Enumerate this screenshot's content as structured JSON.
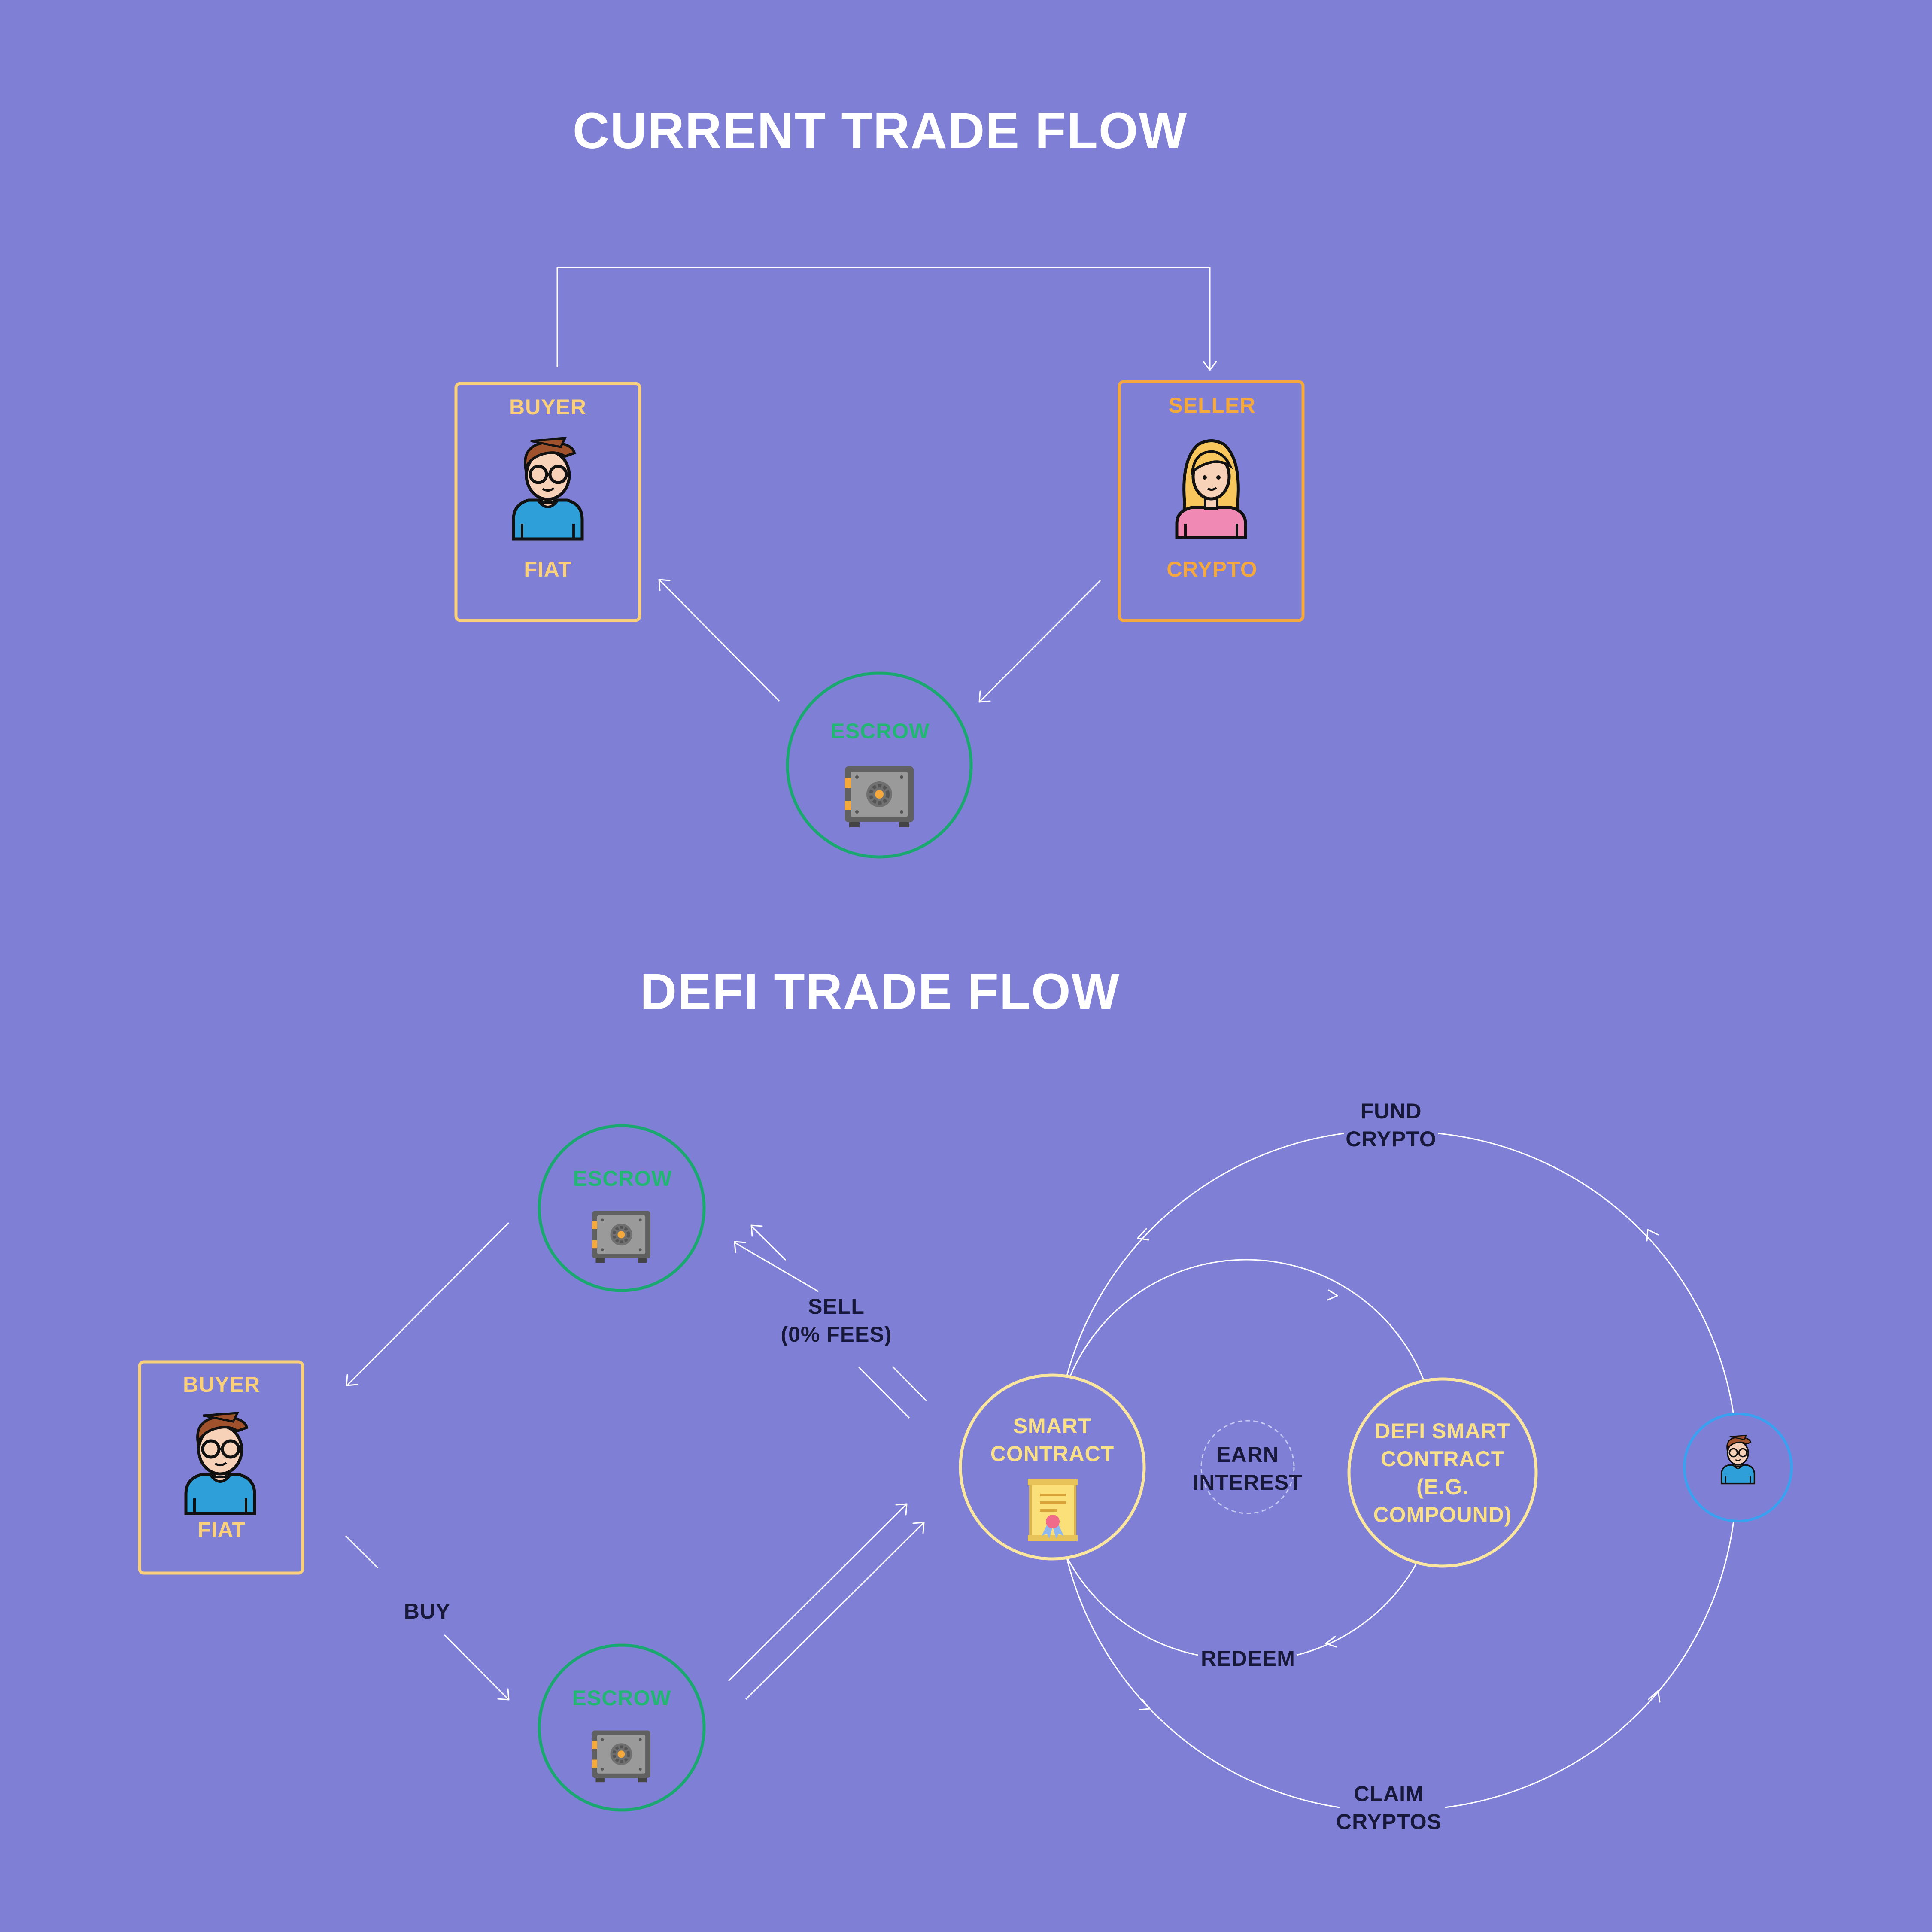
{
  "current_flow": {
    "title": "CURRENT TRADE FLOW",
    "buyer": {
      "role": "BUYER",
      "asset": "FIAT"
    },
    "seller": {
      "role": "SELLER",
      "asset": "CRYPTO"
    },
    "escrow": {
      "label": "ESCROW"
    }
  },
  "defi_flow": {
    "title": "DEFI TRADE FLOW",
    "buyer": {
      "role": "BUYER",
      "asset": "FIAT"
    },
    "escrow_top": {
      "label": "ESCROW"
    },
    "escrow_bottom": {
      "label": "ESCROW"
    },
    "smart_contract": {
      "line1": "SMART",
      "line2": "CONTRACT"
    },
    "defi_contract": {
      "line1": "DEFI SMART",
      "line2": "CONTRACT",
      "line3": "(E.G.",
      "line4": "COMPOUND)"
    },
    "earn_interest": {
      "line1": "EARN",
      "line2": "INTEREST"
    },
    "sell": {
      "line1": "SELL",
      "line2": "(0% FEES)"
    },
    "buy": "BUY",
    "redeem": "REDEEM",
    "fund_crypto": {
      "line1": "FUND",
      "line2": "CRYPTO"
    },
    "claim_cryptos": {
      "line1": "CLAIM",
      "line2": "CRYPTOS"
    }
  },
  "colors": {
    "background": "#7f80d5",
    "buyer_box": "#fbd07a",
    "seller_box": "#f5a83c",
    "escrow_ring": "#1aa870",
    "contract_ring": "#fbe6a0",
    "seller_avatar_ring": "#3aa0f0"
  },
  "icons": [
    "buyer-avatar-icon",
    "seller-avatar-icon",
    "safe-icon",
    "certificate-icon"
  ]
}
